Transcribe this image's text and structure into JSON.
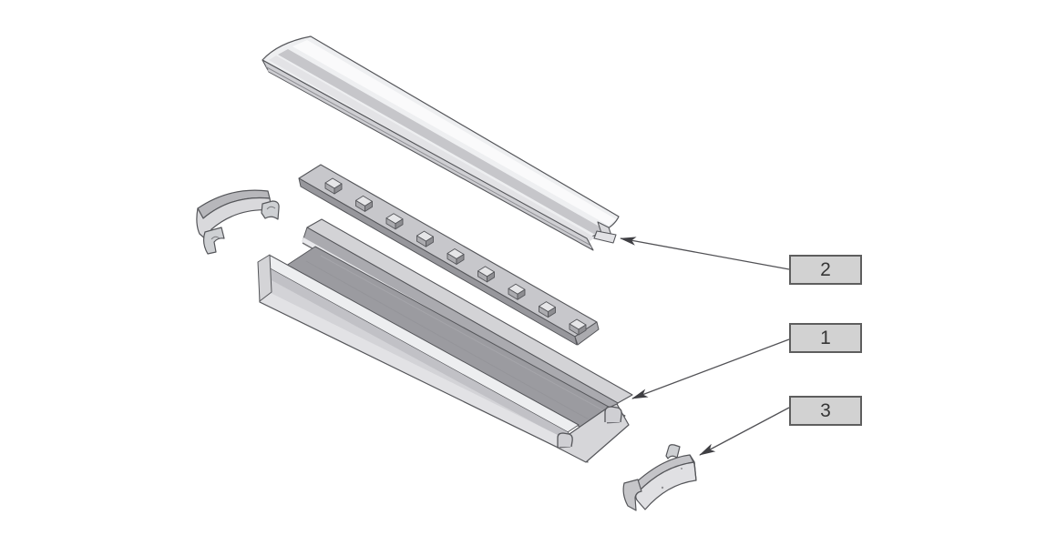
{
  "diagram": {
    "background_color": "#ffffff",
    "outline_color": "#55565a",
    "arrow_color": "#515155",
    "led_module_count": 9,
    "parts": [
      {
        "id": "diffuser-cover",
        "callout_number": "2"
      },
      {
        "id": "led-strip"
      },
      {
        "id": "aluminum-profile-channel",
        "callout_number": "1"
      },
      {
        "id": "end-cap-left"
      },
      {
        "id": "end-cap-right",
        "callout_number": "3"
      }
    ],
    "callouts": [
      {
        "number": "2"
      },
      {
        "number": "1"
      },
      {
        "number": "3"
      }
    ],
    "callout_style": {
      "box_fill": "#d2d2d2",
      "box_border": "#5e5e5e",
      "text_color": "#363636"
    },
    "palette": {
      "cover_white": "#eeeff1",
      "metal_light": "#ececee",
      "metal_mid": "#c6c6ca",
      "metal_dark": "#9b9ba0"
    }
  }
}
